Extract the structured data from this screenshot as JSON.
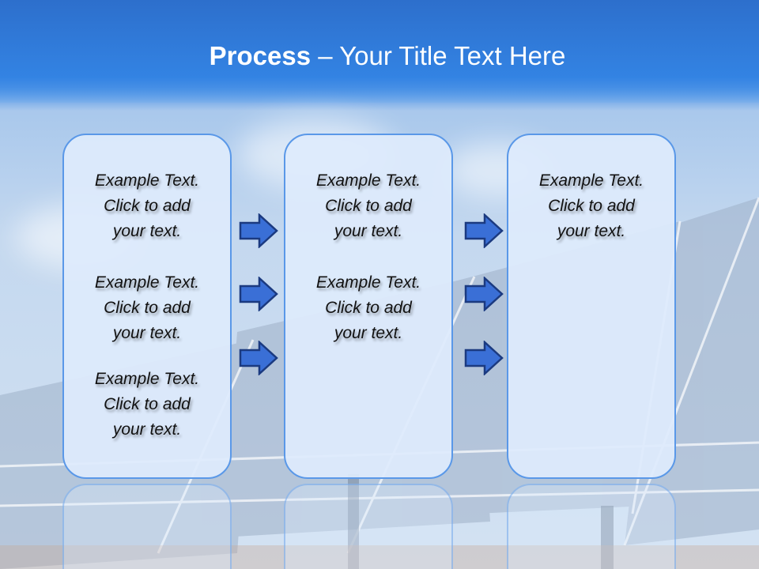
{
  "slide": {
    "title_bold": "Process",
    "title_rest": " – Your Title Text Here"
  },
  "columns": [
    {
      "blocks": [
        {
          "line1": "Example Text.",
          "line2": "Click  to add",
          "line3": "your text."
        },
        {
          "line1": "Example Text.",
          "line2": "Click  to add",
          "line3": "your text."
        },
        {
          "line1": "Example Text.",
          "line2": "Click  to add",
          "line3": "your text."
        }
      ]
    },
    {
      "blocks": [
        {
          "line1": "Example Text.",
          "line2": "Click  to add",
          "line3": "your text."
        },
        {
          "line1": "Example Text.",
          "line2": "Click  to add",
          "line3": "your text."
        }
      ]
    },
    {
      "blocks": [
        {
          "line1": "Example Text.",
          "line2": "Click  to add",
          "line3": "your text."
        }
      ]
    }
  ],
  "arrows": {
    "icon": "right-arrow-icon",
    "fill": "#3a6fd6",
    "stroke": "#1b3a80"
  },
  "colors": {
    "box_border": "#5a98e8",
    "box_fill": "#dfebfc",
    "header": "#2f78d8"
  }
}
